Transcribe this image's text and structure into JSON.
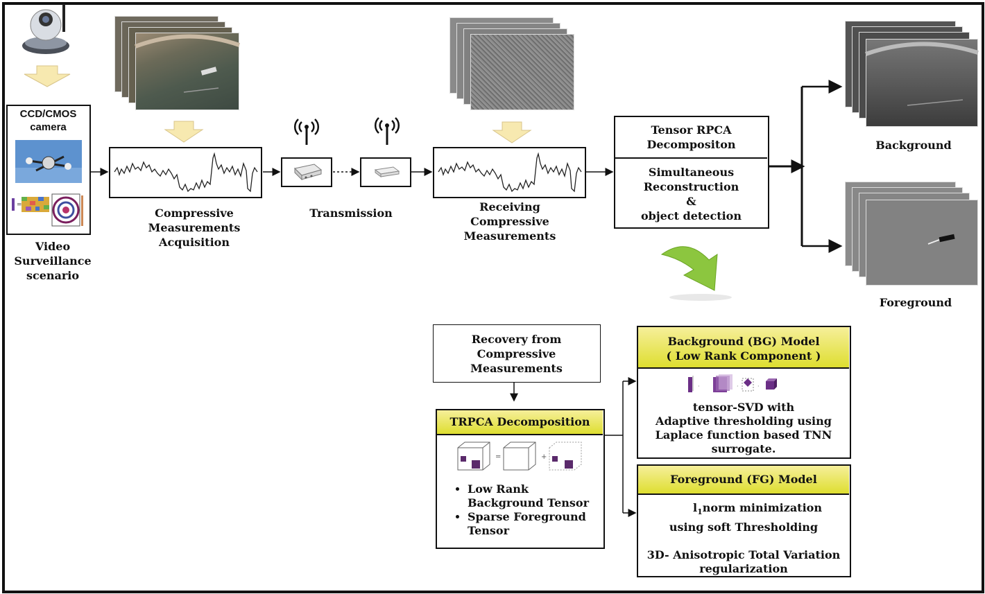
{
  "camera": {
    "title_line1": "CCD/CMOS",
    "title_line2": "camera",
    "caption": [
      "Video",
      "Surveillance",
      "scenario"
    ]
  },
  "acquisition": {
    "caption": [
      "Compressive",
      "Measurements",
      "Acquisition"
    ]
  },
  "transmission": {
    "caption": "Transmission"
  },
  "receiving": {
    "caption": [
      "Receiving",
      "Compressive",
      "Measurements"
    ]
  },
  "rpca": {
    "title": [
      "Tensor RPCA",
      "Decompositon"
    ],
    "body": [
      "Simultaneous",
      "Reconstruction",
      "&",
      "object detection"
    ]
  },
  "outputs": {
    "background": "Background",
    "foreground": "Foreground"
  },
  "recovery": {
    "text": [
      "Recovery from",
      "Compressive",
      "Measurements"
    ]
  },
  "trpca": {
    "title": "TRPCA Decomposition",
    "bullets": [
      "Low Rank\nBackground Tensor",
      "Sparse Foreground\nTensor"
    ]
  },
  "bg_model": {
    "title": [
      "Background  (BG) Model",
      "( Low Rank Component  )"
    ],
    "text": [
      "tensor-SVD with",
      "Adaptive thresholding using",
      "Laplace function based TNN",
      "surrogate."
    ]
  },
  "fg_model": {
    "title": "Foreground (FG)  Model",
    "line1_sym": "l",
    "line1_sub": "1",
    "line1_rest": "norm minimization",
    "line2": "using  soft Thresholding",
    "line3": "3D- Anisotropic  Total Variation",
    "line4": "regularization"
  },
  "colors": {
    "border": "#111111",
    "arrow_yellow": "#f7e9b0",
    "arrow_green": "#8cc63f",
    "header_yellow": "#e2e23a"
  }
}
